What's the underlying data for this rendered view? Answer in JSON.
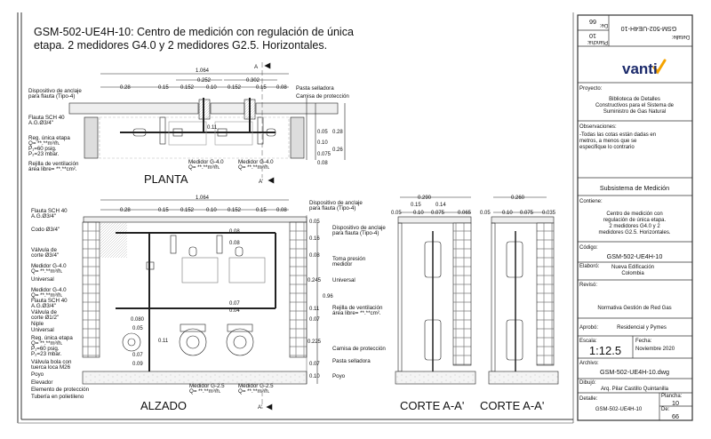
{
  "header": {
    "title_line1": "GSM-502-UE4H-10: Centro de medición con regulación de única",
    "title_line2": "etapa.  2 medidores G4.0 y 2 medidores G2.5. Horizontales."
  },
  "planta": {
    "view_title": "PLANTA",
    "section_mark_top": "A",
    "section_mark_bottom": "A'",
    "dims": [
      "1.064",
      "0.252",
      "0.302",
      "0.28",
      "0.15",
      "0.152",
      "0.10",
      "0.152",
      "0.15",
      "0.08"
    ],
    "vdims": [
      "0.05",
      "0.10",
      "0.075",
      "0.26",
      "0.28",
      "0.08",
      "0.11"
    ],
    "labels": [
      "Dispositivo de anclaje",
      "para flauta (Tipo-4)",
      "Flauta SCH 40",
      "A.G.Ø3/4\"",
      "Reg. única etapa",
      "Q= **.**m³/h.",
      "P₁=60 psig.",
      "P₂=23 mbar.",
      "Rejilla de ventilación",
      "área libre=  **.**cm².",
      "Pasta selladora",
      "Camisa de protección",
      "Medidor G-4.0",
      "Q= **.**m³/h.",
      "Medidor G-4.0",
      "Q= **.**m³/h."
    ]
  },
  "alzado": {
    "view_title": "ALZADO",
    "section_mark": "A'",
    "dims": [
      "1.064",
      "0.28",
      "0.15",
      "0.152",
      "0.10",
      "0.152",
      "0.15",
      "0.08"
    ],
    "vdims": [
      "0.05",
      "0.16",
      "0.08",
      "0.245",
      "0.96",
      "0.11",
      "0.07",
      "0.225",
      "0.07",
      "0.10"
    ],
    "inner_dims": [
      "0.08",
      "0.08",
      "0.07",
      "0.04",
      "0.080",
      "0.05",
      "0.11",
      "0.07",
      "0.09"
    ],
    "left_labels": [
      "Flauta SCH 40",
      "A.G.Ø3/4\"",
      "Codo Ø3/4\"",
      "Válvula de",
      "corte Ø3/4\"",
      "Medidor G-4.0",
      "Q= **.**m³/h.",
      "Universal",
      "Medidor G-4.0",
      "Q= **.**m³/h.",
      "Flauta SCH 40",
      "A.G.Ø3/4\"",
      "Válvula de",
      "corte Ø1/2\"",
      "Niple",
      "Universal",
      "Reg. única etapa",
      "Q= **.**m³/h.",
      "P₁=60 psig.",
      "P₂=23 mbar.",
      "Válvula bola con",
      "tuerca loca M26",
      "Poyo",
      "Elevador",
      "Elemento de protección",
      "Tubería en polietileno"
    ],
    "right_labels": [
      "Dispositivo de anclaje",
      "para flauta (Tipo-4)",
      "Dispositivo de anclaje",
      "para flauta (Tipo-4)",
      "Toma presión",
      "medidor",
      "Universal",
      "Rejilla de ventilación",
      "área libre=  **.**cm².",
      "Camisa de protección",
      "Pasta selladora",
      "Poyo"
    ],
    "bottom_labels": [
      "Medidor G-2.5",
      "Q= **.**m³/h.",
      "Medidor G-2.5",
      "Q= **.**m³/h."
    ]
  },
  "corte1": {
    "view_title": "CORTE A-A'",
    "dims": [
      "0.290",
      "0.15",
      "0.14",
      "0.05",
      "0.10",
      "0.075",
      "0.065"
    ]
  },
  "corte2": {
    "view_title": "CORTE A-A'",
    "dims": [
      "0.260",
      "0.05",
      "0.10",
      "0.075",
      "0.035"
    ]
  },
  "title_block": {
    "top_de_label": "De:",
    "top_de": "66",
    "top_plancha_label": "Plancha:",
    "top_plancha": "10",
    "top_detalle_label": "Detalle:",
    "top_detalle": "GSM-502-UE4H-10",
    "logo": "vanti",
    "proyecto_label": "Proyecto:",
    "proyecto": [
      "Biblioteca de Detalles",
      "Constructivos para el Sistema de",
      "Suministro de Gas Natural"
    ],
    "observaciones_label": "Observaciones:",
    "observaciones": [
      "-Todas las cotas están dadas en",
      "metros, a menos que se",
      "especifique lo contrario"
    ],
    "subsistema": "Subsistema de Medición",
    "contiene_label": "Contiene:",
    "contiene": [
      "Centro de medición con",
      "regulación de única etapa.",
      "2 medidores G4.0 y 2",
      "medidores G2.5. Horizontales."
    ],
    "codigo_label": "Código:",
    "codigo": "GSM-502-UE4H-10",
    "elaboro_label": "Elaboró:",
    "elaboro": [
      "Nueva Edificación",
      "Colombia"
    ],
    "reviso_label": "Revisó:",
    "reviso": "Normativa Gestión de Red Gas",
    "aprobo_label": "Aprobó:",
    "aprobo": "Residencial y Pymes",
    "escala_label": "Escala:",
    "escala": "1:12.5",
    "fecha_label": "Fecha:",
    "fecha": "Noviembre 2020",
    "archivo_label": "Archivo:",
    "archivo": "GSM-502-UE4H-10.dwg",
    "dibujo_label": "Dibujó:",
    "dibujo": "Arq. Pilar Castillo Quintanilla",
    "detalle_label": "Detalle:",
    "detalle": "GSM-502-UE4H-10",
    "plancha_label": "Plancha:",
    "plancha": "10",
    "de_label": "De:",
    "de": "66",
    "accent_color": "#f5a300",
    "brand_color": "#1b2a6b"
  }
}
